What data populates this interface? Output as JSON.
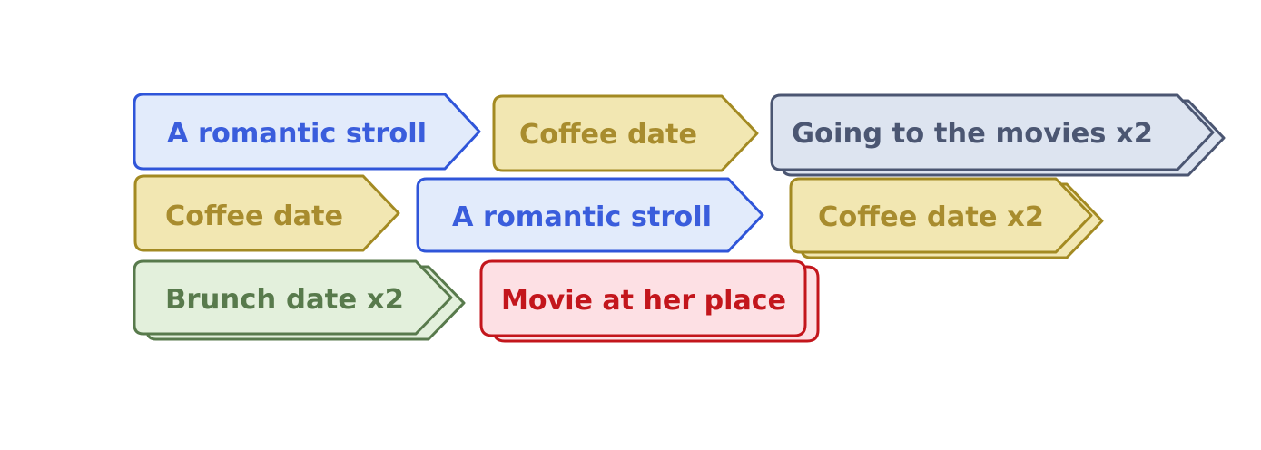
{
  "colors": {
    "blue": {
      "stroke": "#2f55d9",
      "fill": "#e2ebfb",
      "text": "#3a5ddc"
    },
    "gold": {
      "stroke": "#a38a22",
      "fill": "#f2e7b2",
      "text": "#a88c2e"
    },
    "slate": {
      "stroke": "#4b5672",
      "fill": "#dde4f0",
      "text": "#4b5672"
    },
    "green": {
      "stroke": "#587a4c",
      "fill": "#e3f0dc",
      "text": "#587a4c"
    },
    "red": {
      "stroke": "#c3161c",
      "fill": "#fde0e4",
      "text": "#c3161c"
    }
  },
  "items": [
    {
      "label": "A romantic stroll",
      "color": "blue",
      "shape": "arrow",
      "stacked": false
    },
    {
      "label": "Coffee date",
      "color": "gold",
      "shape": "arrow",
      "stacked": false
    },
    {
      "label": "Going to the movies x2",
      "color": "slate",
      "shape": "arrow",
      "stacked": true
    },
    {
      "label": "Coffee date",
      "color": "gold",
      "shape": "arrow",
      "stacked": false
    },
    {
      "label": "A romantic stroll",
      "color": "blue",
      "shape": "arrow",
      "stacked": false
    },
    {
      "label": "Coffee date x2",
      "color": "gold",
      "shape": "arrow",
      "stacked": true
    },
    {
      "label": "Brunch date x2",
      "color": "green",
      "shape": "arrow",
      "stacked": true
    },
    {
      "label": "Movie at her place",
      "color": "red",
      "shape": "rect",
      "stacked": true
    }
  ]
}
